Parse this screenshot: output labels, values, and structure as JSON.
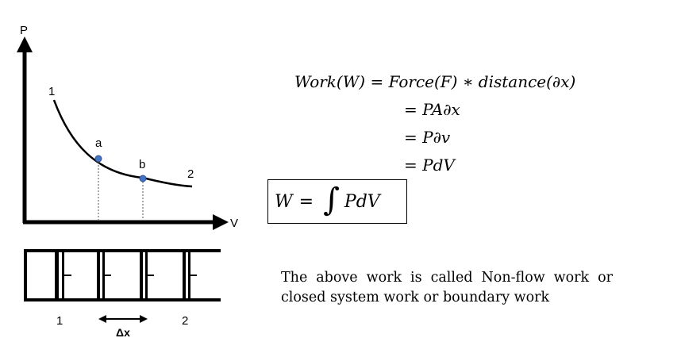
{
  "diagram": {
    "axis_y_label": "P",
    "axis_x_label": "V",
    "curve_start_label": "1",
    "curve_end_label": "2",
    "point_a_label": "a",
    "point_b_label": "b",
    "cylinder_left_label": "1",
    "cylinder_right_label": "2",
    "displacement_label": "Δx",
    "point_color": "#4472c4"
  },
  "equations": [
    {
      "lhs": "Work(W)",
      "rhs": "Force(F) ∗ distance(∂x)"
    },
    {
      "lhs": "",
      "rhs": "PA∂x"
    },
    {
      "lhs": "",
      "rhs": "P∂v"
    },
    {
      "lhs": "",
      "rhs": "PdV"
    }
  ],
  "boxed_formula": {
    "lhs": "W",
    "integral": "∫",
    "integrand": "PdV"
  },
  "description": "The above work is called Non-flow work or closed system work or boundary work"
}
